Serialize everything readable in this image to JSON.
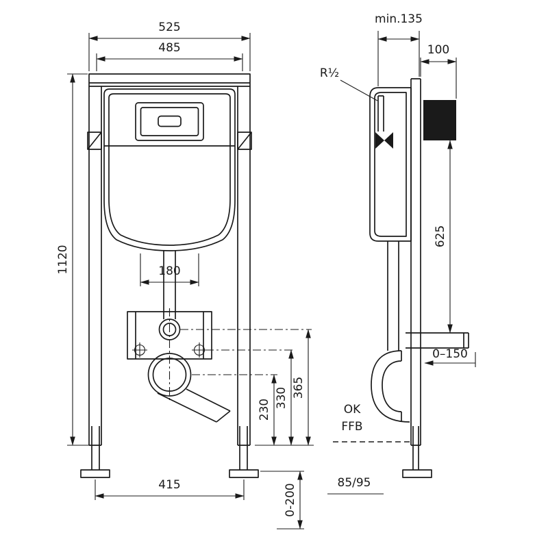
{
  "colors": {
    "line": "#1a1a1a",
    "background": "#ffffff"
  },
  "front_view": {
    "width_outer": "525",
    "width_inner": "485",
    "height_total": "1120",
    "flush_bolt_spacing": "180",
    "height_supply": "365",
    "height_mid": "330",
    "height_outlet": "230",
    "foot_spacing": "415",
    "foot_adjust_range": "0-200"
  },
  "side_view": {
    "depth_min": "min.135",
    "bracket_depth": "100",
    "water_connection_size": "R½",
    "connection_drop": "625",
    "outlet_extension_range": "0–150",
    "floor_ref_line1": "OK",
    "floor_ref_line2": "FFB",
    "outlet_height_options": "85/95"
  }
}
